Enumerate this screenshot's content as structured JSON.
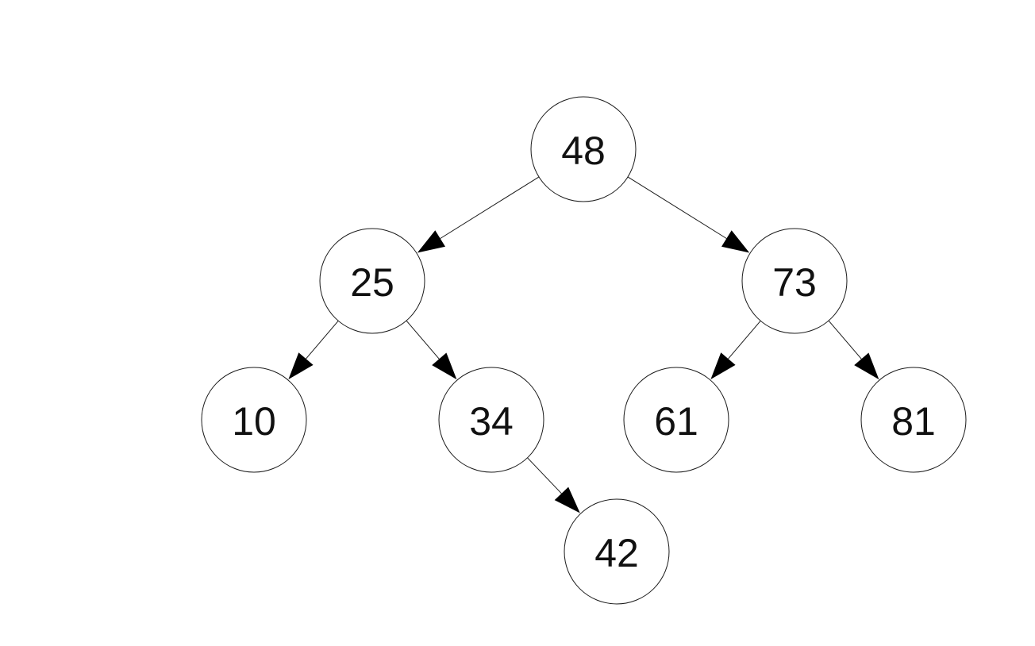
{
  "diagram": {
    "type": "binary-search-tree",
    "colors": {
      "background": "#ffffff",
      "node_stroke": "#1a1a1a",
      "node_fill": "#ffffff",
      "text": "#111111",
      "arrow": "#000000"
    },
    "nodes": [
      {
        "id": "n48",
        "label": "48"
      },
      {
        "id": "n25",
        "label": "25"
      },
      {
        "id": "n73",
        "label": "73"
      },
      {
        "id": "n10",
        "label": "10"
      },
      {
        "id": "n34",
        "label": "34"
      },
      {
        "id": "n61",
        "label": "61"
      },
      {
        "id": "n81",
        "label": "81"
      },
      {
        "id": "n42",
        "label": "42"
      }
    ],
    "edges": [
      {
        "from": "n48",
        "to": "n25"
      },
      {
        "from": "n48",
        "to": "n73"
      },
      {
        "from": "n25",
        "to": "n10"
      },
      {
        "from": "n25",
        "to": "n34"
      },
      {
        "from": "n73",
        "to": "n61"
      },
      {
        "from": "n73",
        "to": "n81"
      },
      {
        "from": "n34",
        "to": "n42"
      }
    ]
  }
}
